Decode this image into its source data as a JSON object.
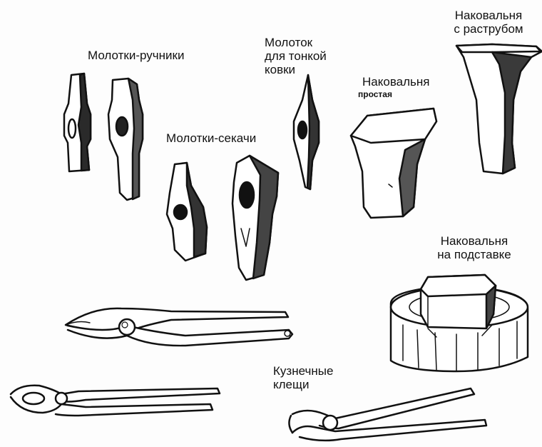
{
  "labels": {
    "hand_hammers": "Молотки-ручники",
    "cutting_hammers": "Молотки-секачи",
    "fine_forging_hammer": "Молоток\nдля тонкой\nковки",
    "simple_anvil": "Наковальня",
    "simple_anvil_sub": "простая",
    "horn_anvil": "Наковальня\nс раструбом",
    "stand_anvil": "Наковальня\nна подставке",
    "tongs": "Кузнечные\nклещи"
  },
  "colors": {
    "ink": "#111111",
    "paper": "#fdfdfd",
    "shade": "#3a3a3a"
  }
}
